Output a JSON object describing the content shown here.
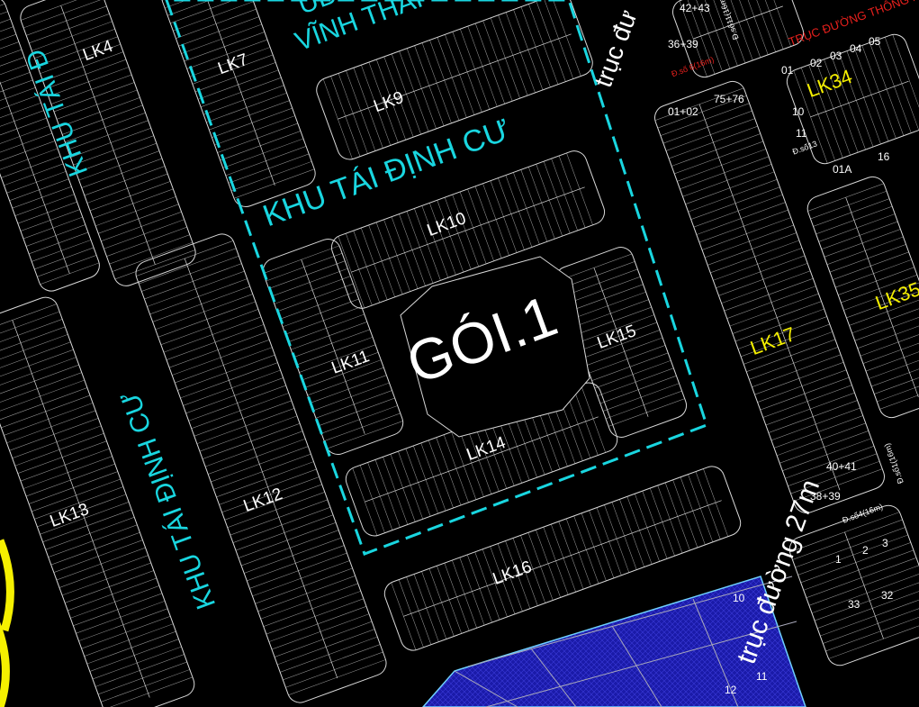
{
  "title": "GÓI.1",
  "zones": {
    "resettlement_center": "KHU TÁI ĐỊNH CƯ",
    "resettlement_left": "KHU TÁI ĐỊNH CƯ",
    "resettlement_topleft": "KHU TÁI Đ",
    "ubnd_line1": "UBND",
    "ubnd_line2": "VĨNH THÁI"
  },
  "blocks": {
    "lk4": "LK4",
    "lk7": "LK7",
    "lk9": "LK9",
    "lk10": "LK10",
    "lk11": "LK11",
    "lk12": "LK12",
    "lk13": "LK13",
    "lk14": "LK14",
    "lk15": "LK15",
    "lk16": "LK16",
    "lk17": "LK17",
    "lk34": "LK34",
    "lk35": "LK35"
  },
  "roads": {
    "main_27m": "trục đường 27m",
    "main_top": "trục đư",
    "thong_nhat": "TRỤC ĐƯỜNG THÔNG N",
    "so6": "Đ.số 6(16m)",
    "so4": "Đ.số4(16m)",
    "so13": "Đ.số13",
    "so11": "Đ.số11(16m)",
    "so1": "Đ.số1(16m)"
  },
  "lot_labels": {
    "a": "75+76",
    "b": "01+02",
    "c": "38+39",
    "d": "40+41",
    "e": "42+43",
    "f": "36+39",
    "g": "01",
    "h": "02",
    "i": "03",
    "j": "04",
    "k": "05",
    "l": "10",
    "m": "11",
    "n": "16",
    "o": "01A",
    "p": "1",
    "q": "2",
    "r": "3",
    "s": "32",
    "t": "33",
    "u": "10",
    "v": "11",
    "w": "12"
  },
  "colors": {
    "cyan": "#19d6e0",
    "yellow": "#f5f000",
    "red": "#e8201c",
    "blue": "#1a1aa8",
    "line": "#d8d8d8"
  }
}
